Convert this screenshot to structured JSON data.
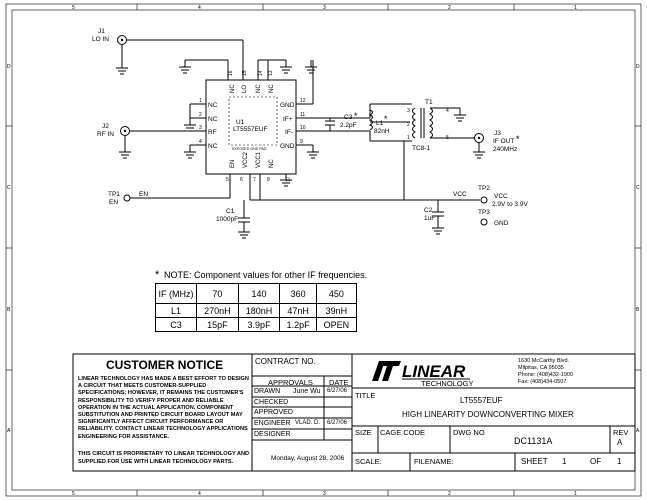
{
  "border": {
    "cols_top": [
      "5",
      "4",
      "3",
      "2",
      "1"
    ],
    "rows_side": [
      "D",
      "C",
      "B",
      "A"
    ]
  },
  "connectors": {
    "j1": {
      "ref": "J1",
      "label": "LO IN"
    },
    "j2": {
      "ref": "J2",
      "label": "RF IN"
    },
    "j3": {
      "ref": "J3",
      "label": "IF OUT",
      "freq": "240MHz",
      "star": "*"
    },
    "tp1": {
      "ref": "TP1",
      "label": "EN",
      "net": "EN"
    },
    "tp2": {
      "ref": "TP2",
      "label": "VCC",
      "range": "2.9V to 3.9V"
    },
    "tp3": {
      "ref": "TP3",
      "label": "GND"
    }
  },
  "ic": {
    "ref": "U1",
    "part": "LT5557EUF",
    "pins_left": [
      "NC",
      "NC",
      "RF",
      "NC"
    ],
    "pins_left_num": [
      "1",
      "2",
      "3",
      "4"
    ],
    "pins_right": [
      "GND",
      "IF+",
      "IF-",
      "GND"
    ],
    "pins_right_num": [
      "12",
      "11",
      "10",
      "9"
    ],
    "pins_top": [
      "NC",
      "LO",
      "NC",
      "NC"
    ],
    "pins_top_num": [
      "16",
      "15",
      "14",
      "13"
    ],
    "pins_bottom": [
      "EN",
      "VCC2",
      "VCC1",
      "NC"
    ],
    "pins_bottom_num": [
      "5",
      "6",
      "7",
      "8"
    ],
    "exposed_pad": "EXPOSED GND PAD",
    "pad_num": "17"
  },
  "components": {
    "c1": {
      "ref": "C1",
      "value": "1000pF"
    },
    "c2": {
      "ref": "C2",
      "value": "1uF"
    },
    "c3": {
      "ref": "C3",
      "value": "2.2pF",
      "star": "*"
    },
    "l1": {
      "ref": "L1",
      "value": "82nH",
      "star": "*"
    },
    "t1": {
      "ref": "T1",
      "part": "TC8-1",
      "pins": [
        "3",
        "2",
        "1",
        "4",
        "5"
      ]
    },
    "vcc_net": "VCC",
    "pin_labels": {
      "p4": "4",
      "p6": "6"
    }
  },
  "note": {
    "star": "*",
    "text": "NOTE: Component values for other IF frequencies."
  },
  "freq_table": {
    "headers": [
      "IF (MHz)",
      "70",
      "140",
      "360",
      "450"
    ],
    "rows": [
      [
        "L1",
        "270nH",
        "180nH",
        "47nH",
        "39nH"
      ],
      [
        "C3",
        "15pF",
        "3.9pF",
        "1.2pF",
        "OPEN"
      ]
    ]
  },
  "notice": {
    "title": "CUSTOMER NOTICE",
    "body": "LINEAR TECHNOLOGY HAS MADE A BEST EFFORT TO DESIGN A CIRCUIT THAT MEETS CUSTOMER-SUPPLIED SPECIFICATIONS; HOWEVER, IT REMAINS THE CUSTOMER'S RESPONSIBILITY TO VERIFY PROPER AND RELIABLE OPERATION IN THE ACTUAL APPLICATION. COMPONENT SUBSTITUTION AND PRINTED CIRCUIT BOARD LAYOUT MAY SIGNIFICANTLY AFFECT CIRCUIT PERFORMANCE OR RELIABILITY. CONTACT LINEAR TECHNOLOGY APPLICATIONS ENGINEERING FOR ASSISTANCE.",
    "footer": "THIS CIRCUIT IS PROPRIETARY TO LINEAR TECHNOLOGY AND SUPPLIED FOR USE WITH LINEAR TECHNOLOGY PARTS."
  },
  "titleblock": {
    "contract": "CONTRACT NO.",
    "approvals": "APPROVALS",
    "date": "DATE",
    "drawn": "DRAWN",
    "drawn_by": "June Wu",
    "drawn_date": "6/27/06",
    "checked": "CHECKED",
    "approved": "APPROVED",
    "engineer": "ENGINEER",
    "engineer_by": "VLAD. D.",
    "engineer_date": "6/27/06",
    "designer": "DESIGNER",
    "print_date": "Monday, August 28, 2006",
    "logo_brand": "LINEAR",
    "logo_sub": "TECHNOLOGY",
    "address": [
      "1630 McCarthy Blvd.",
      "Milpitas, CA 95035",
      "Phone: (408)432-1900",
      "Fax: (408)434-0507"
    ],
    "title_label": "TITLE",
    "title_part": "LT5557EUF",
    "title_desc": "HIGH LINEARITY DOWNCONVERTING MIXER",
    "size": "SIZE",
    "cage": "CAGE CODE",
    "dwg_label": "DWG NO",
    "dwg": "DC1131A",
    "rev_label": "REV",
    "rev": "A",
    "scale": "SCALE:",
    "filename": "FILENAME:",
    "sheet": "SHEET",
    "sheet_no": "1",
    "of": "OF",
    "of_no": "1"
  }
}
